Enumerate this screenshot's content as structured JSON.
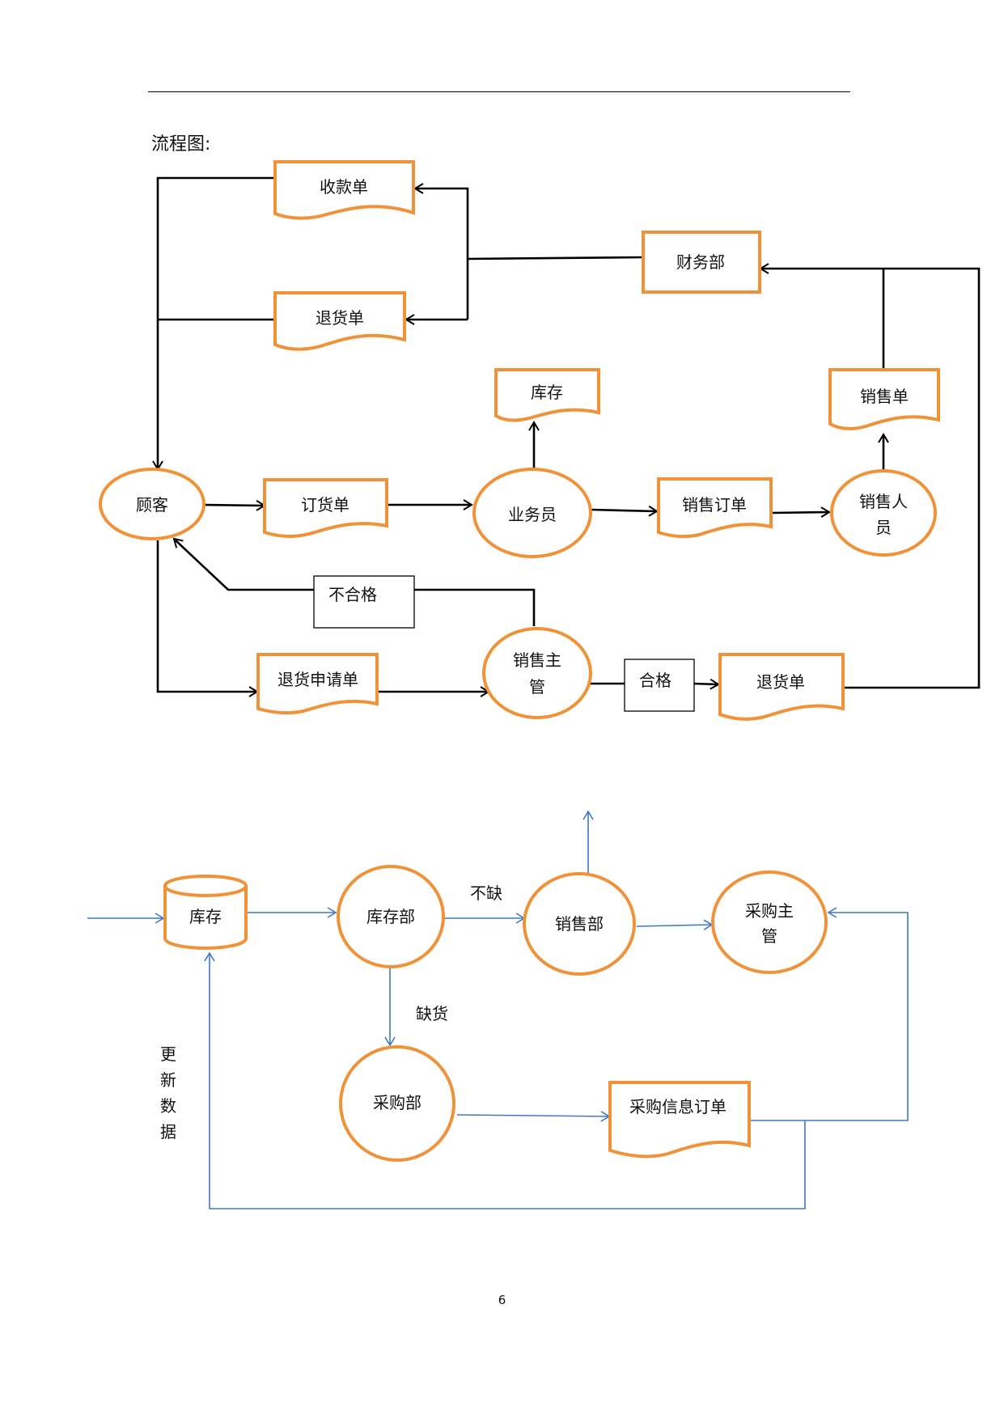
{
  "document": {
    "heading": "流程图:",
    "page_number": "6"
  },
  "diagram1": {
    "nodes": {
      "shoukuandan": "收款单",
      "tuihuodan_top": "退货单",
      "caiwubu": "财务部",
      "kucun": "库存",
      "xiaoshoudan": "销售单",
      "guke": "顾客",
      "dinghuodan": "订货单",
      "yewuyuan": "业务员",
      "xiaoshoudingdan": "销售订单",
      "xiaoshourenyuan_1": "销售人",
      "xiaoshourenyuan_2": "员",
      "buhege": "不合格",
      "tuihuoshenqingdan": "退货申请单",
      "xiaoshouzhuguan_1": "销售主",
      "xiaoshouzhuguan_2": "管",
      "hege": "合格",
      "tuihuodan_bottom": "退货单"
    }
  },
  "diagram2": {
    "nodes": {
      "kucun_db": "库存",
      "kucunbu": "库存部",
      "buque": "不缺",
      "xiaoshoubu": "销售部",
      "caigouzhuguan_1": "采购主",
      "caigouzhuguan_2": "管",
      "quehuo": "缺货",
      "caigoubu": "采购部",
      "caigouxinxidingdan": "采购信息订单",
      "gengxinshuju": [
        "更",
        "新",
        "数",
        "据"
      ]
    }
  },
  "colors": {
    "shape_stroke": "#f0923a",
    "flow_line_1": "#000000",
    "flow_line_2": "#3f78c2"
  }
}
